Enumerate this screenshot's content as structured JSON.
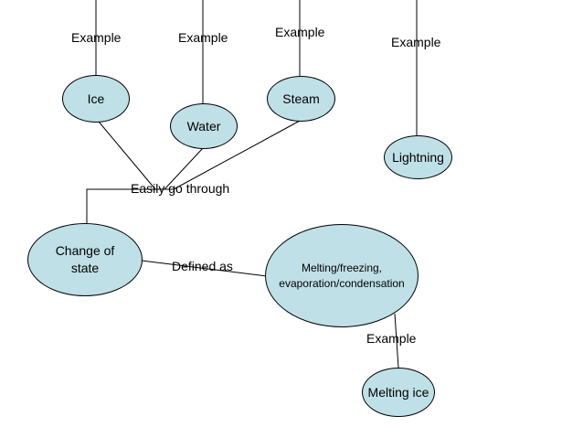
{
  "colors": {
    "node_fill": "#bfe0e6",
    "line": "#000000",
    "text": "#000000"
  },
  "nodes": {
    "ice": "Ice",
    "water": "Water",
    "steam": "Steam",
    "lightning": "Lightning",
    "change_of_state": [
      "Change of",
      "state"
    ],
    "melting_freezing": [
      "Melting/freezing,",
      "evaporation/condensation"
    ],
    "melting_ice": "Melting ice"
  },
  "link_labels": {
    "example_1": "Example",
    "example_2": "Example",
    "example_3": "Example",
    "example_4": "Example",
    "example_5": "Example",
    "easily_go_through": "Easily go through",
    "defined_as": "Defined as"
  }
}
